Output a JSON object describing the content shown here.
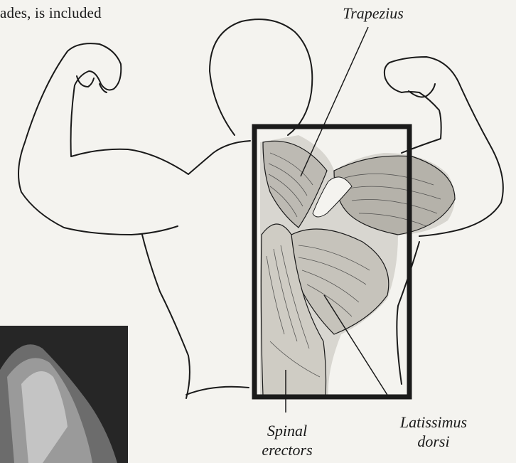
{
  "page": {
    "body_text_fragment": "ades, is included"
  },
  "figure": {
    "labels": {
      "trapezius": "Trapezius",
      "spinal_line1": "Spinal",
      "spinal_line2": "erectors",
      "lats_line1": "Latissimus",
      "lats_line2": "dorsi"
    }
  },
  "colors": {
    "paper": "#f4f3ef",
    "ink": "#1a1a1a",
    "photo": "#2a2a2a"
  }
}
